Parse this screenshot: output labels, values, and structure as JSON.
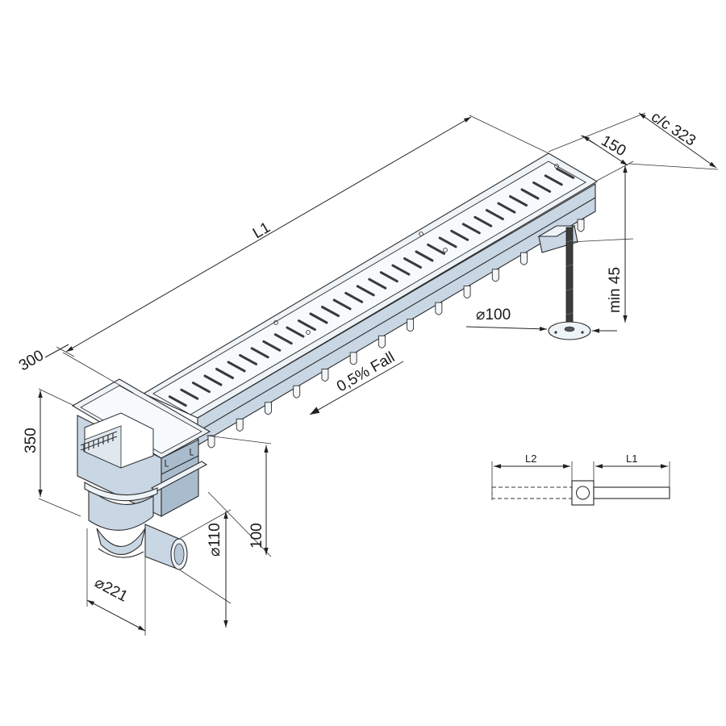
{
  "labels": {
    "l1": "L1",
    "width_300": "300",
    "width_150": "150",
    "cc_323": "c/c 323",
    "min_45": "min 45",
    "dia_100": "⌀100",
    "fall": "0,5% Fall",
    "height_350": "350",
    "height_100": "100",
    "dia_110": "⌀110",
    "dia_221": "⌀221"
  },
  "plan": {
    "l2": "L2",
    "l1": "L1"
  },
  "colors": {
    "metal_light": "#eef3f8",
    "metal_mid": "#c9d6e3",
    "metal_dark": "#a9bccd",
    "line": "#2b2b2b"
  }
}
